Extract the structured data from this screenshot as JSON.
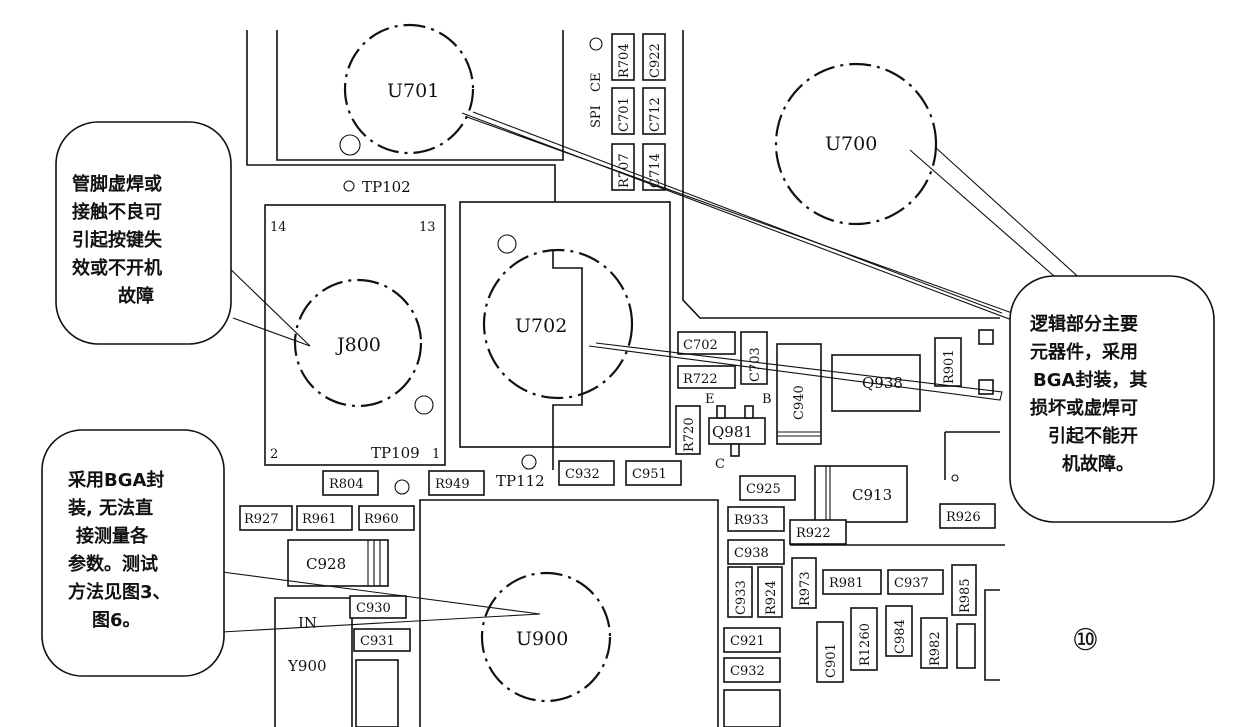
{
  "chips": {
    "u701": "U701",
    "u700": "U700",
    "u702": "U702",
    "j800": "J800",
    "u900": "U900"
  },
  "pads": {
    "tp102": "TP102",
    "tp109": "TP109",
    "tp112": "TP112",
    "pin14": "14",
    "pin13": "13",
    "pin2": "2",
    "pin1": "1",
    "in": "IN",
    "y900": "Y900",
    "spi": "SPI",
    "ce": "CE",
    "q_e": "E",
    "q_b": "B",
    "q_c": "C"
  },
  "components": {
    "r704": "R704",
    "c922": "C922",
    "c701": "C701",
    "c712": "C712",
    "r707": "R707",
    "c714": "C714",
    "c702": "C702",
    "c703": "C703",
    "r722": "R722",
    "c940": "C940",
    "q938": "Q938",
    "r901": "R901",
    "r720": "R720",
    "q981": "Q981",
    "r804": "R804",
    "r949": "R949",
    "c932a": "C932",
    "c951": "C951",
    "c925": "C925",
    "c913": "C913",
    "r927": "R927",
    "r961": "R961",
    "r960": "R960",
    "r933": "R933",
    "r922": "R922",
    "r926": "R926",
    "c938": "C938",
    "c928": "C928",
    "c930": "C930",
    "c931": "C931",
    "c933": "C933",
    "r924": "R924",
    "r973": "R973",
    "r981": "R981",
    "c937": "C937",
    "r985": "R985",
    "c921": "C921",
    "c932b": "C932",
    "c901": "C901",
    "r1260": "R1260",
    "c984": "C984",
    "r982": "R982"
  },
  "callouts": {
    "left_top": [
      "管脚虚焊或",
      "接触不良可",
      "引起按键失",
      "效或不开机",
      "故障"
    ],
    "right": [
      "逻辑部分主要",
      "元器件，采用",
      "BGA封装，其",
      "损坏或虚焊可",
      "引起不能开",
      "机故障。"
    ],
    "left_bottom": [
      "采用BGA封",
      "装, 无法直",
      "接测量各",
      "参数。测试",
      "方法见图3、",
      "图6。"
    ]
  },
  "page_number": "⑩"
}
